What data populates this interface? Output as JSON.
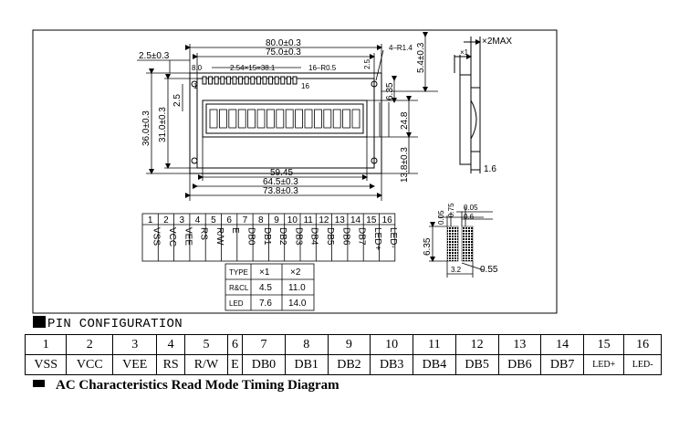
{
  "drawing": {
    "top_dims": [
      "80.0±0.3",
      "75.0±0.3",
      "8.0",
      "2.54×15=38.1",
      "16–R0.5",
      "4–R1.4",
      "2.5±0.3",
      "2.5"
    ],
    "pin1_label": "1",
    "pin16_label": "16",
    "left_dims": [
      "36.0±0.3",
      "31.0±0.3",
      "2.5"
    ],
    "right_dims": [
      "5.4±0.3",
      "6.35",
      "24.8",
      "13.8±0.3"
    ],
    "bottom_dims": [
      "59.45",
      "64.5±0.3",
      "73.8±0.3"
    ],
    "side_dims": [
      "×2MAX",
      "×1",
      "1.6"
    ],
    "char_dims": [
      "0.05",
      "0.75",
      "0.05",
      "0.6",
      "6.35",
      "3.2",
      "0.55"
    ],
    "pin_table": {
      "numbers": [
        "1",
        "2",
        "3",
        "4",
        "5",
        "6",
        "7",
        "8",
        "9",
        "10",
        "11",
        "12",
        "13",
        "14",
        "15",
        "16"
      ],
      "names": [
        "VSS",
        "VCC",
        "VEE",
        "RS",
        "R/W",
        "E",
        "DB0",
        "DB1",
        "DB2",
        "DB3",
        "DB4",
        "DB5",
        "DB6",
        "DB7",
        "LED+",
        "LED-"
      ]
    },
    "type_table": {
      "header": [
        "TYPE",
        "×1",
        "×2"
      ],
      "rows": [
        [
          "R&CL",
          "4.5",
          "11.0"
        ],
        [
          "LED",
          "7.6",
          "14.0"
        ]
      ]
    }
  },
  "section_title": "PIN CONFIGURATION",
  "pins": {
    "numbers": [
      "1",
      "2",
      "3",
      "4",
      "5",
      "6",
      "7",
      "8",
      "9",
      "10",
      "11",
      "12",
      "13",
      "14",
      "15",
      "16"
    ],
    "names": [
      "VSS",
      "VCC",
      "VEE",
      "RS",
      "R/W",
      "E",
      "DB0",
      "DB1",
      "DB2",
      "DB3",
      "DB4",
      "DB5",
      "DB6",
      "DB7",
      "LED+",
      "LED-"
    ]
  },
  "footer_title": "AC Characteristics Read Mode Timing Diagram"
}
